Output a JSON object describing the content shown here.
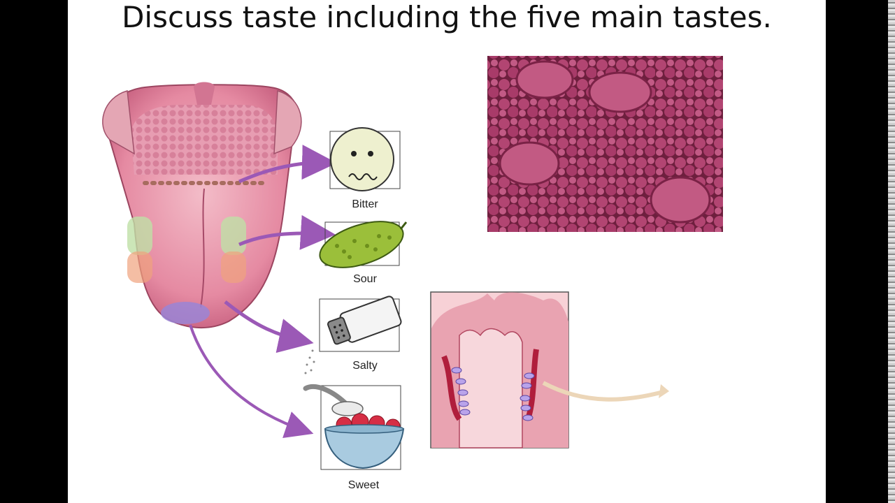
{
  "slide": {
    "title": "Discuss taste including the five main tastes."
  },
  "tastes": [
    {
      "label": "Bitter"
    },
    {
      "label": "Sour"
    },
    {
      "label": "Salty"
    },
    {
      "label": "Sweet"
    }
  ],
  "colors": {
    "arrow_purple": "#9b59b6",
    "tongue_pink": "#e07a9a",
    "papillae_magenta": "#a3345f",
    "bowl_blue": "#a9cbe0",
    "pickle_green": "#9bbf3a"
  }
}
